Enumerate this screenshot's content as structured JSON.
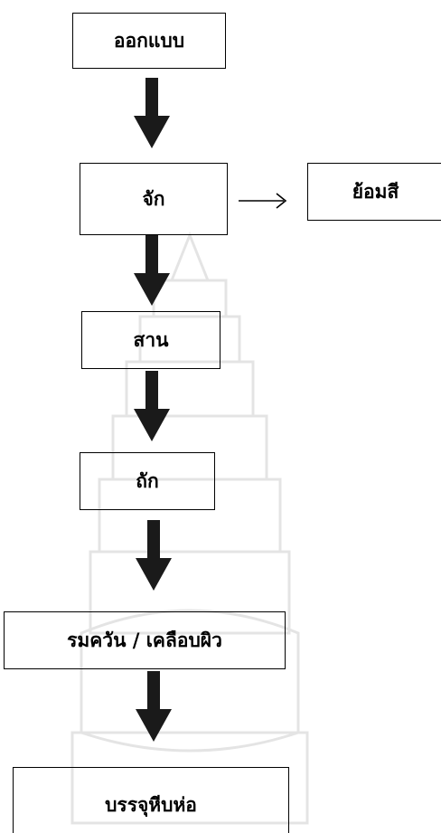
{
  "flowchart": {
    "steps": {
      "design": "ออกแบบ",
      "split": "จัก",
      "dye": "ย้อมสี",
      "weave": "สาน",
      "braid": "ถัก",
      "smoke_coat": "รมควัน / เคลือบผิว",
      "package": "บรรจุหีบห่อ"
    },
    "colors": {
      "stroke": "#000000",
      "arrow_fill": "#1a1a1a",
      "background": "#ffffff"
    }
  }
}
